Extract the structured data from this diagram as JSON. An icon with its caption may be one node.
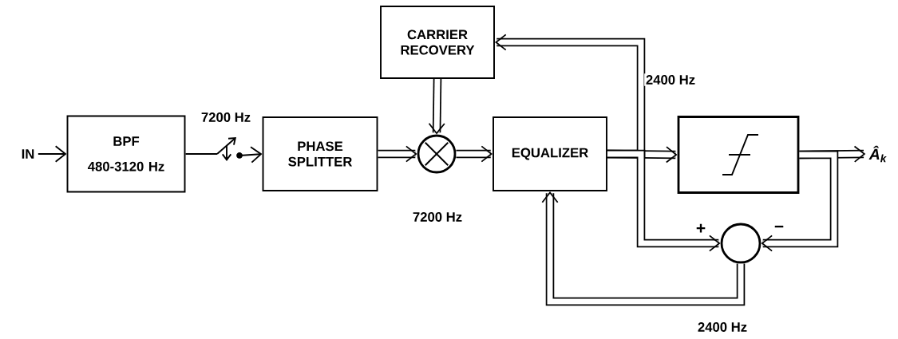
{
  "diagram": {
    "nodes": [
      {
        "text": [
          "IN"
        ]
      },
      {
        "text": [
          "BPF",
          "480-3120 Hz"
        ]
      },
      {
        "text": [],
        "shape": "switch",
        "beside": [
          "7200 Hz"
        ]
      },
      {
        "text": [
          "PHASE SPLITTER"
        ]
      },
      {
        "text": [
          "CARRIER RECOVERY"
        ]
      },
      {
        "text": [],
        "shape": "circle",
        "beside": [
          "7200 Hz"
        ]
      },
      {
        "text": [
          "EQUALIZER"
        ]
      },
      {
        "text": [],
        "shape": "box"
      },
      {
        "text": [
          "Â$_{k}$"
        ]
      },
      {
        "text": [],
        "shape": "circle"
      }
    ],
    "edges": [
      {
        "from": 0,
        "to": 1,
        "arrow": "to"
      },
      {
        "from": 1,
        "to": 2,
        "arrow": "none"
      },
      {
        "from": 2,
        "to": 3,
        "arrow": "to"
      },
      {
        "from": 3,
        "to": 5,
        "arrow": "to"
      },
      {
        "from": 4,
        "to": 5,
        "arrow": "to"
      },
      {
        "from": 5,
        "to": 6,
        "arrow": "to"
      },
      {
        "from": 6,
        "to": 7,
        "arrow": "to"
      },
      {
        "from": 6,
        "to": 4,
        "arrow": "to",
        "label": "2400 Hz"
      },
      {
        "from": 6,
        "to": 9,
        "arrow": "to"
      },
      {
        "from": 7,
        "to": 8,
        "arrow": "to"
      },
      {
        "from": 7,
        "to": 9,
        "arrow": "to"
      },
      {
        "from": 9,
        "to": 6,
        "arrow": "to",
        "label": "2400 Hz"
      }
    ],
    "labels": [
      "+",
      "−"
    ]
  }
}
